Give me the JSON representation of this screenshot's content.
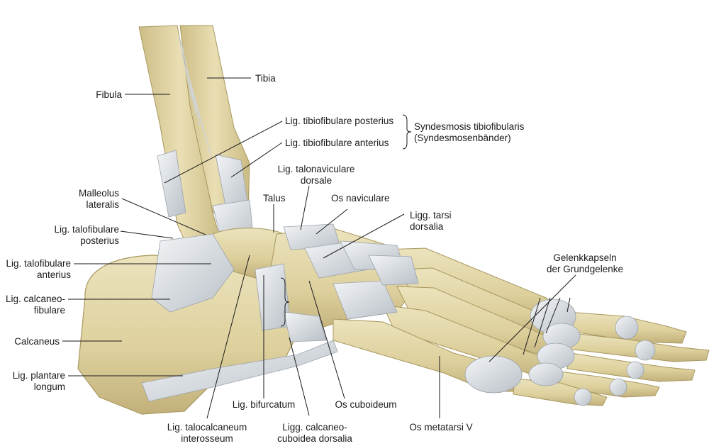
{
  "labels": {
    "tibia": "Tibia",
    "fibula": "Fibula",
    "lig_tibiofibulare_posterius": "Lig. tibiofibulare posterius",
    "lig_tibiofibulare_anterius": "Lig. tibiofibulare anterius",
    "syndesmosis_line1": "Syndesmosis tibiofibularis",
    "syndesmosis_line2": "(Syndesmosenbänder)",
    "lig_talonaviculare_line1": "Lig. talonaviculare",
    "lig_talonaviculare_line2": "dorsale",
    "malleolus_line1": "Malleolus",
    "malleolus_line2": "lateralis",
    "talus": "Talus",
    "os_naviculare": "Os naviculare",
    "ligg_tarsi_line1": "Ligg. tarsi",
    "ligg_tarsi_line2": "dorsalia",
    "lig_talofibulare_post_line1": "Lig. talofibulare",
    "lig_talofibulare_post_line2": "posterius",
    "lig_talofibulare_ant_line1": "Lig. talofibulare",
    "lig_talofibulare_ant_line2": "anterius",
    "gelenkkapseln_line1": "Gelenkkapseln",
    "gelenkkapseln_line2": "der Grundgelenke",
    "lig_calcaneofibulare_line1": "Lig. calcaneo-",
    "lig_calcaneofibulare_line2": "fibulare",
    "calcaneus": "Calcaneus",
    "lig_plantare_line1": "Lig. plantare",
    "lig_plantare_line2": "longum",
    "lig_bifurcatum": "Lig. bifurcatum",
    "os_cuboideum": "Os cuboideum",
    "lig_talocalcaneum_line1": "Lig. talocalcaneum",
    "lig_talocalcaneum_line2": "interosseum",
    "ligg_calcaneocuboidea_line1": "Ligg. calcaneo-",
    "ligg_calcaneocuboidea_line2": "cuboidea dorsalia",
    "os_metatarsi_v": "Os metatarsi V"
  },
  "colors": {
    "bone": "#e3d7a8",
    "bone_shadow": "#c8b681",
    "bone_dark": "#a8975f",
    "ligament": "#e8ebee",
    "ligament_shadow": "#aeb4bb",
    "leader": "#1a1a1a"
  }
}
